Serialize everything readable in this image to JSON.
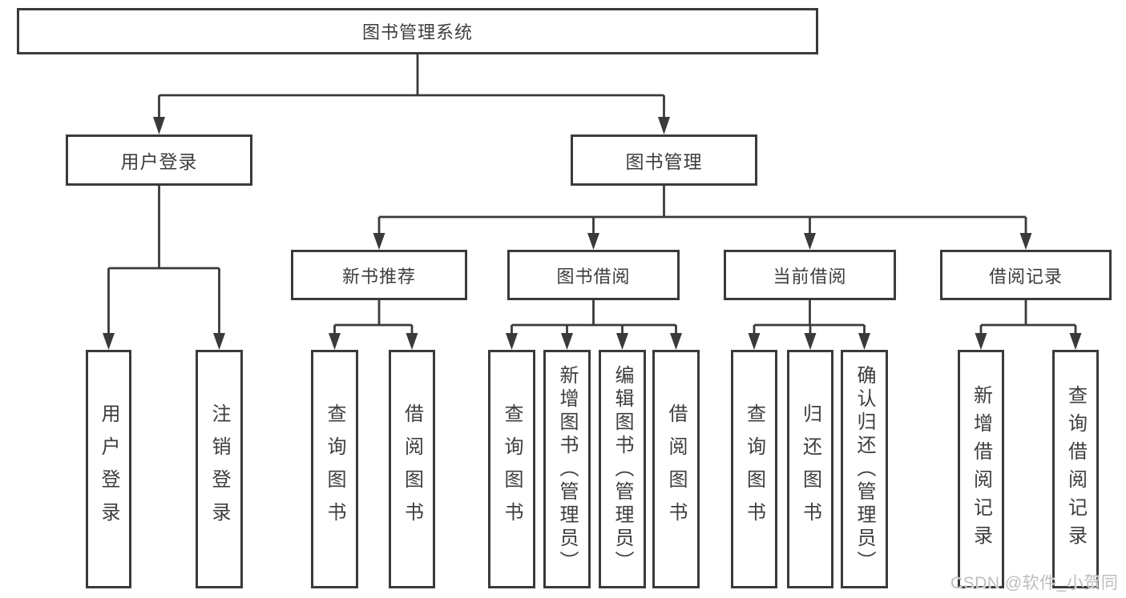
{
  "tree": {
    "root": {
      "label": "图书管理系统",
      "children": [
        {
          "label": "用户登录",
          "children": [
            {
              "label": "用户登录"
            },
            {
              "label": "注销登录"
            }
          ]
        },
        {
          "label": "图书管理",
          "children": [
            {
              "label": "新书推荐",
              "children": [
                {
                  "label": "查询图书"
                },
                {
                  "label": "借阅图书"
                }
              ]
            },
            {
              "label": "图书借阅",
              "children": [
                {
                  "label": "查询图书"
                },
                {
                  "label": "新增图书（管理员）"
                },
                {
                  "label": "编辑图书（管理员）"
                },
                {
                  "label": "借阅图书"
                }
              ]
            },
            {
              "label": "当前借阅",
              "children": [
                {
                  "label": "查询图书"
                },
                {
                  "label": "归还图书"
                },
                {
                  "label": "确认归还（管理员）"
                }
              ]
            },
            {
              "label": "借阅记录",
              "children": [
                {
                  "label": "新增借阅记录"
                },
                {
                  "label": "查询借阅记录"
                }
              ]
            }
          ]
        }
      ]
    }
  },
  "watermark": {
    "text": "CSDN @软件_小贺同学"
  },
  "colors": {
    "line": "#3a3a3a",
    "text": "#3d3d3d",
    "background": "#ffffff",
    "watermark": "#bdbdbd"
  }
}
